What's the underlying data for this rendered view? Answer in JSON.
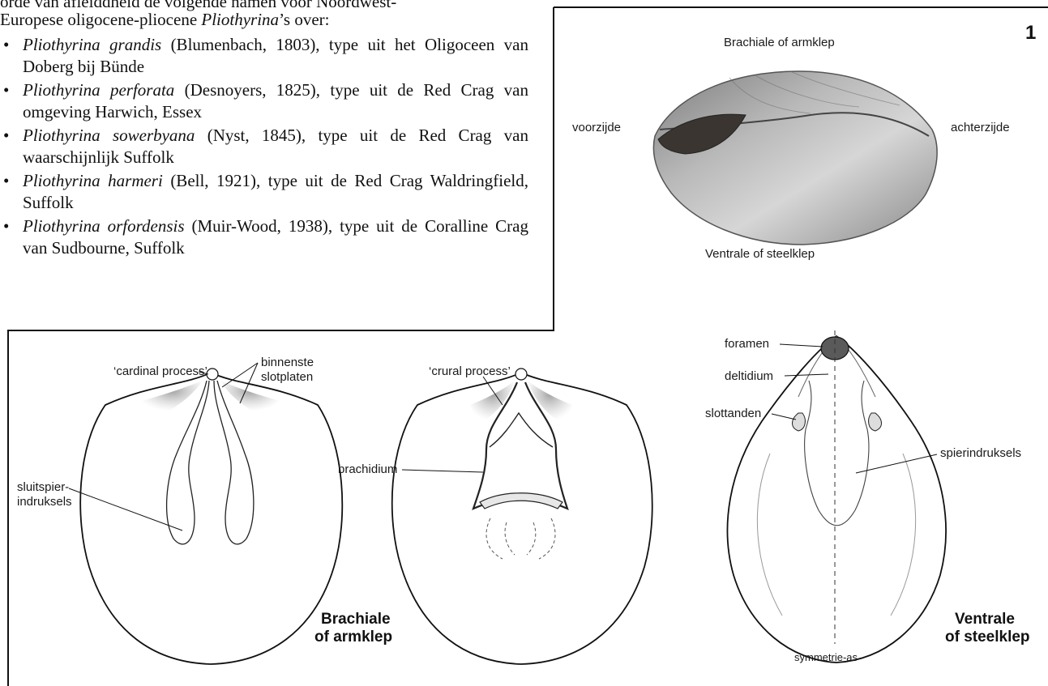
{
  "article": {
    "intro_line1": "orde van afleiddheid de volgende namen voor Noordwest-",
    "intro_line2_a": "Europese oligocene-pliocene ",
    "intro_line2_genus": "Pliothyrina",
    "intro_line2_b": "’s over:",
    "species": [
      {
        "name": "Pliothyrina grandis",
        "text": " (Blumenbach, 1803), type uit het Oligoceen van Doberg bij Bünde"
      },
      {
        "name": "Pliothyrina perforata",
        "text": " (Desnoyers, 1825), type uit de Red Crag van omgeving Harwich, Essex"
      },
      {
        "name": "Pliothyrina sowerbyana",
        "text": " (Nyst, 1845), type uit de Red Crag van waarschijnlijk Suffolk"
      },
      {
        "name": "Pliothyrina harmeri",
        "text": " (Bell, 1921), type uit de Red Crag Waldringfield, Suffolk"
      },
      {
        "name": "Pliothyrina orfordensis",
        "text": " (Muir-Wood, 1938), type uit de Coralline Crag van Sudbourne, Suffolk"
      }
    ]
  },
  "figure": {
    "number": "1",
    "photo": {
      "top_label": "Brachiale of armklep",
      "left_label": "voorzijde",
      "right_label": "achterzijde",
      "bottom_label": "Ventrale of steelklep"
    },
    "brachial": {
      "cardinal_process": "‘cardinal process’",
      "inner_plates_1": "binnenste",
      "inner_plates_2": "slotplaten",
      "muscle_1": "sluitspier-",
      "muscle_2": "indruksels",
      "title_1": "Brachiale",
      "title_2": "of armklep"
    },
    "crural": {
      "crural_process": "‘crural process’",
      "brachidium": "brachidium"
    },
    "ventral": {
      "foramen": "foramen",
      "deltidium": "deltidium",
      "teeth": "slottanden",
      "muscle_scars": "spierindruksels",
      "title_1": "Ventrale",
      "title_2": "of steelklep",
      "axis": "symmetrie-as"
    }
  }
}
